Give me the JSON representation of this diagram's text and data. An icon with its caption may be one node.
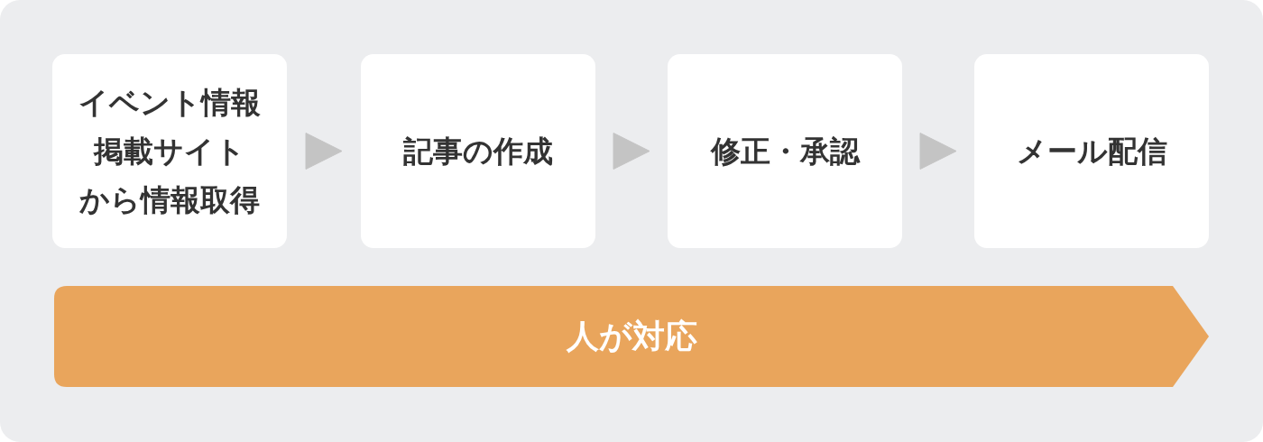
{
  "diagram": {
    "nodes": [
      {
        "text": [
          "イベント情報掲載サイトから情報取得"
        ]
      },
      {
        "text": [
          "記事の作成"
        ]
      },
      {
        "text": [
          "修正・承認"
        ]
      },
      {
        "text": [
          "メール配信"
        ]
      },
      {
        "text": [
          "人が対応"
        ]
      }
    ],
    "edges": [
      {
        "from": 0,
        "to": 1,
        "arrow": "to"
      },
      {
        "from": 1,
        "to": 2,
        "arrow": "to"
      },
      {
        "from": 2,
        "to": 3,
        "arrow": "to"
      }
    ]
  }
}
